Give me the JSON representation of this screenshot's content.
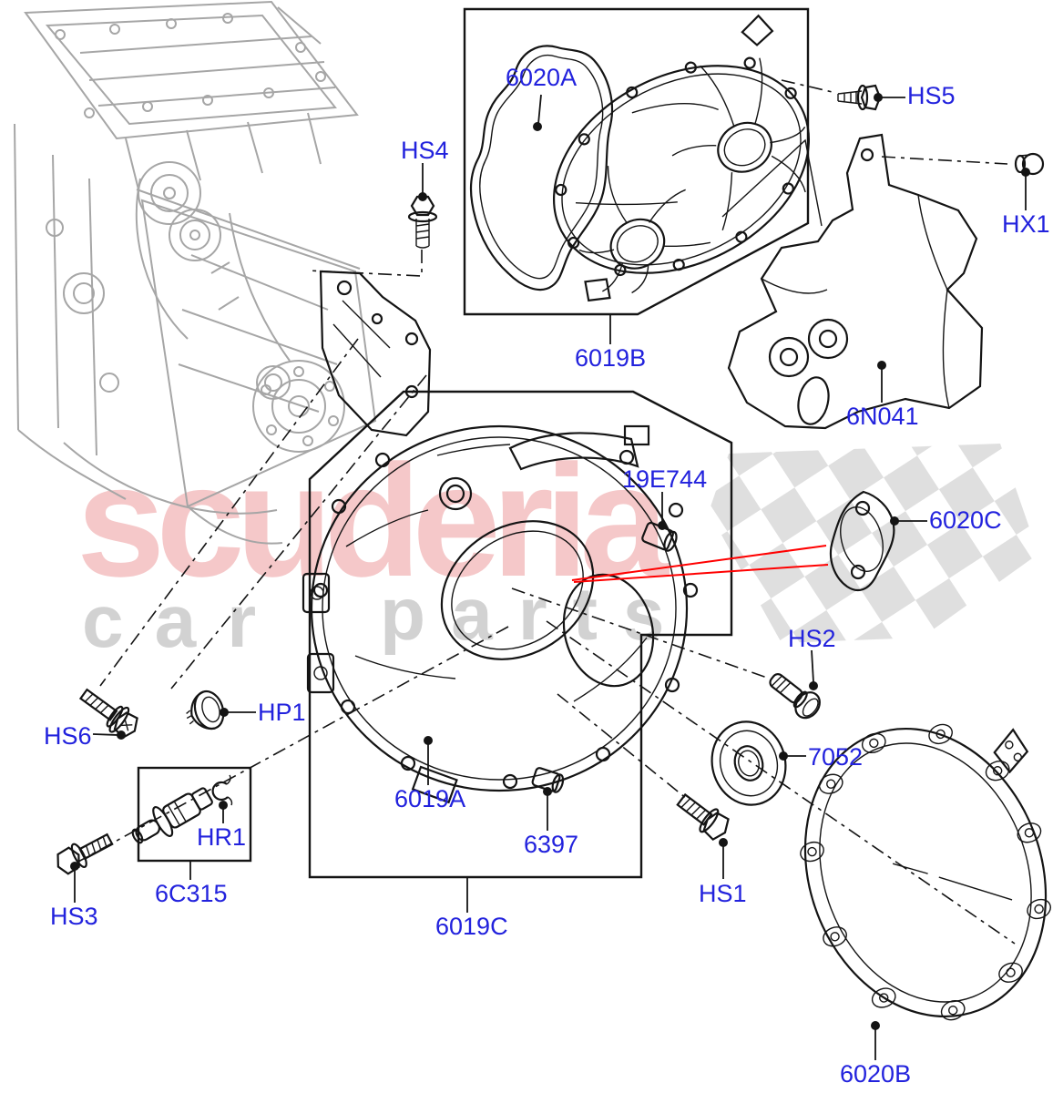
{
  "diagram": {
    "type": "exploded-parts-diagram",
    "subject": "engine-timing-cover-parts",
    "watermark": {
      "brand": "scuderia",
      "sub_word_1": "car",
      "sub_word_2": "parts"
    },
    "colors": {
      "callout": "#2222dd",
      "line": "#141414",
      "sketch_gray": "#a6a6a6",
      "red_pointer": "#ff0000",
      "watermark_pink": "#e2575c",
      "watermark_gray": "#d2d2d2",
      "checker_gray": "#d9d9d9",
      "bg": "#ffffff"
    },
    "callouts": [
      {
        "id": "6020A",
        "label": "6020A"
      },
      {
        "id": "HS5",
        "label": "HS5"
      },
      {
        "id": "HX1",
        "label": "HX1"
      },
      {
        "id": "HS4",
        "label": "HS4"
      },
      {
        "id": "6019B",
        "label": "6019B"
      },
      {
        "id": "6N041",
        "label": "6N041"
      },
      {
        "id": "19E744",
        "label": "19E744"
      },
      {
        "id": "6020C",
        "label": "6020C"
      },
      {
        "id": "HS2",
        "label": "HS2"
      },
      {
        "id": "HP1",
        "label": "HP1"
      },
      {
        "id": "HS6",
        "label": "HS6"
      },
      {
        "id": "7052",
        "label": "7052"
      },
      {
        "id": "6019A",
        "label": "6019A"
      },
      {
        "id": "6397",
        "label": "6397"
      },
      {
        "id": "HR1",
        "label": "HR1"
      },
      {
        "id": "6C315",
        "label": "6C315"
      },
      {
        "id": "HS3",
        "label": "HS3"
      },
      {
        "id": "6019C",
        "label": "6019C"
      },
      {
        "id": "HS1",
        "label": "HS1"
      },
      {
        "id": "6020B",
        "label": "6020B"
      }
    ]
  }
}
